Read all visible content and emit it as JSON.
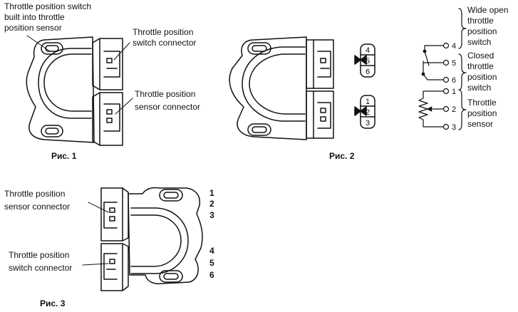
{
  "fig1": {
    "label_builtin": [
      "Throttle position switch",
      "built into throttle",
      "position sensor"
    ],
    "label_switch_connector": [
      "Throttle position",
      "switch connector"
    ],
    "label_sensor_connector": [
      "Throttle position",
      "sensor connector"
    ],
    "caption": "Рис. 1"
  },
  "fig2": {
    "caption": "Рис. 2",
    "upper_pins": [
      "4",
      "5",
      "6"
    ],
    "lower_pins": [
      "1",
      "2",
      "3"
    ]
  },
  "schematic": {
    "terminals": [
      "4",
      "5",
      "6",
      "1",
      "2",
      "3"
    ],
    "label_wide_open": [
      "Wide open",
      "throttle",
      "position",
      "switch"
    ],
    "label_closed": [
      "Closed",
      "throttle",
      "position",
      "switch"
    ],
    "label_sensor": [
      "Throttle",
      "position",
      "sensor"
    ]
  },
  "fig3": {
    "label_sensor_connector": [
      "Throttle position",
      "sensor connector"
    ],
    "label_switch_connector": [
      "Throttle position",
      "switch connector"
    ],
    "pins": [
      "1",
      "2",
      "3",
      "4",
      "5",
      "6"
    ],
    "caption": "Рис. 3"
  }
}
